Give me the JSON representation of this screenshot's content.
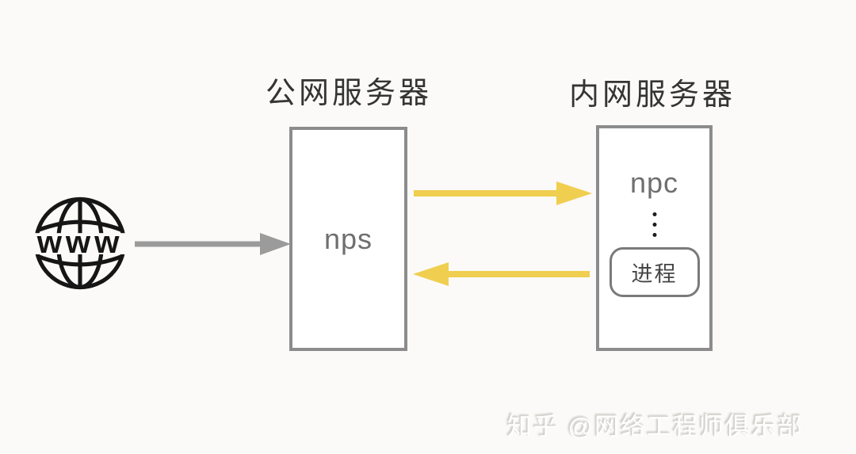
{
  "diagram": {
    "titles": {
      "public_server": "公网服务器",
      "private_server": "内网服务器"
    },
    "nodes": {
      "internet": {
        "icon": "www-globe-icon",
        "globe_text": "www"
      },
      "nps": {
        "label": "nps"
      },
      "npc": {
        "label": "npc",
        "process_label": "进程"
      }
    },
    "arrows": [
      {
        "name": "internet-to-nps",
        "color": "#9b9b9b",
        "direction": "right"
      },
      {
        "name": "nps-to-npc",
        "color": "#f0ce50",
        "direction": "right"
      },
      {
        "name": "npc-to-nps",
        "color": "#f0ce50",
        "direction": "left"
      }
    ],
    "colors": {
      "background": "#fbfaf8",
      "box_border": "#8c8c8c",
      "node_label_gray": "#6f6f6f",
      "title_text": "#343434",
      "arrow_gray": "#9b9b9b",
      "arrow_yellow": "#f0ce50",
      "globe_black": "#161616"
    },
    "watermark": "知乎 @网络工程师俱乐部"
  }
}
